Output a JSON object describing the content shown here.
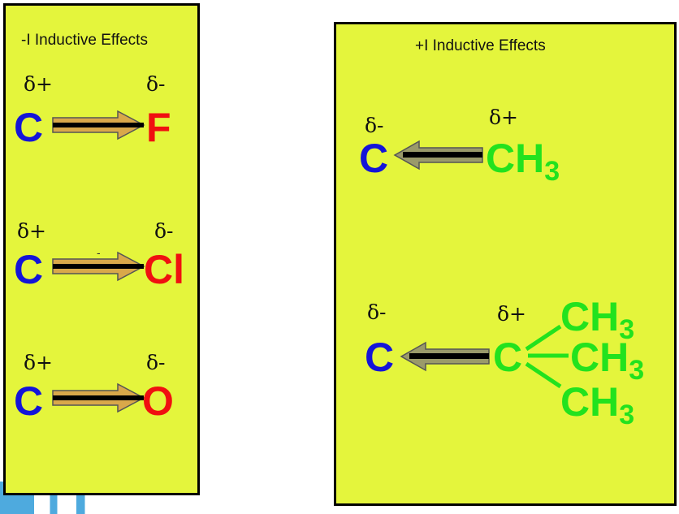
{
  "colors": {
    "panel_bg": "#e4f53c",
    "carbon": "#1414d8",
    "electronegative": "#f01010",
    "alkyl": "#22e21e",
    "arrow_gold": "#d9a84a",
    "arrow_grey": "#9a9a6a"
  },
  "left_panel": {
    "title": "-I Inductive Effects",
    "rows": [
      {
        "delta_left": "δ+",
        "delta_right": "δ-",
        "atom_left": "C",
        "atom_right": "F"
      },
      {
        "delta_left": "δ+",
        "delta_right": "δ-",
        "atom_left": "C",
        "atom_right": "Cl",
        "dash": "-"
      },
      {
        "delta_left": "δ+",
        "delta_right": "δ-",
        "atom_left": "C",
        "atom_right": "O"
      }
    ]
  },
  "right_panel": {
    "title": "+I Inductive Effects",
    "row1": {
      "delta_left": "δ-",
      "delta_right": "δ+",
      "atom_left": "C",
      "group": "CH",
      "group_sub": "3"
    },
    "row2": {
      "delta_left": "δ-",
      "delta_right": "δ+",
      "atom_left": "C",
      "center": "C",
      "branches": [
        {
          "text": "CH",
          "sub": "3"
        },
        {
          "text": "CH",
          "sub": "3"
        },
        {
          "text": "CH",
          "sub": "3"
        }
      ]
    }
  }
}
